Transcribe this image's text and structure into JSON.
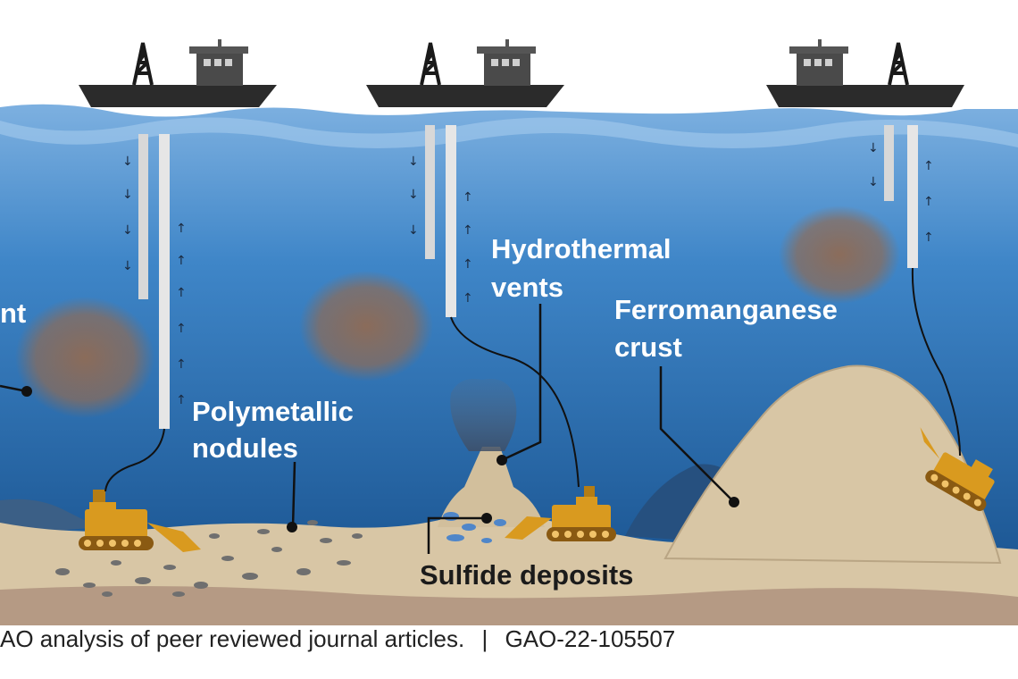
{
  "labels": {
    "cut_left": "nt",
    "hydrothermal_line1": "Hydrothermal",
    "hydrothermal_line2": "vents",
    "ferro_line1": "Ferromanganese",
    "ferro_line2": "crust",
    "poly_line1": "Polymetallic",
    "poly_line2": "nodules",
    "sulfide": "Sulfide deposits"
  },
  "caption": {
    "source": "AO analysis of peer reviewed journal articles.",
    "separator": "|",
    "report_id": "GAO-22-105507"
  },
  "colors": {
    "water_top": "#6da4d9",
    "water_deep": "#1f5c9a",
    "sediment": "#d6c3a2",
    "plume": "#8c6a57",
    "vehicle": "#d99a1f",
    "ship": "#2b2b2b"
  },
  "icons": [
    "ship-icon",
    "drill-derrick-icon",
    "mining-vehicle-icon",
    "sediment-plume-icon",
    "riser-pipe-icon"
  ]
}
